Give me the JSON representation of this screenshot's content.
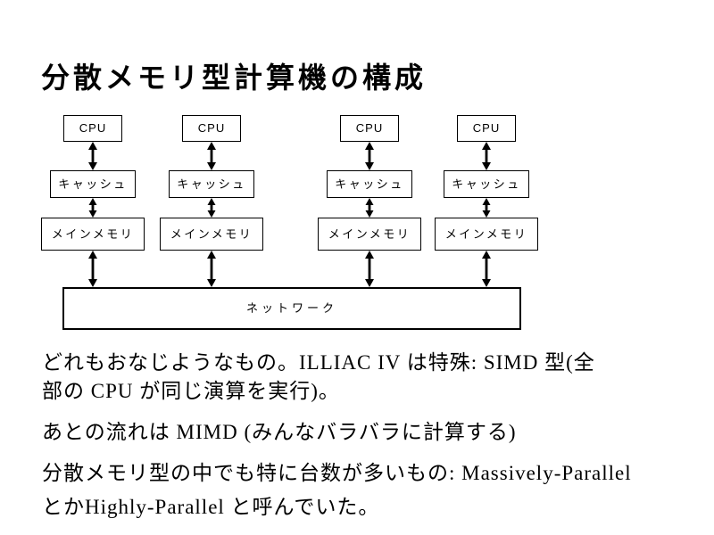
{
  "title": "分散メモリ型計算機の構成",
  "colors": {
    "foreground": "#000000",
    "background": "#ffffff"
  },
  "diagram": {
    "columns": [
      {
        "cpu": "CPU",
        "cache": "キャッシュ",
        "memory": "メインメモリ"
      },
      {
        "cpu": "CPU",
        "cache": "キャッシュ",
        "memory": "メインメモリ"
      },
      {
        "cpu": "CPU",
        "cache": "キャッシュ",
        "memory": "メインメモリ"
      },
      {
        "cpu": "CPU",
        "cache": "キャッシュ",
        "memory": "メインメモリ"
      }
    ],
    "network": "ネットワーク"
  },
  "notes": [
    {
      "lines": [
        "どれもおなじようなもの。ILLIAC IV は特殊: SIMD 型(全",
        "部の CPU が同じ演算を実行)。"
      ]
    },
    {
      "lines": [
        "あとの流れは MIMD (みんなバラバラに計算する)"
      ]
    },
    {
      "lines": [
        "分散メモリ型の中でも特に台数が多いもの: Massively-Parallel",
        "とかHighly-Parallel と呼んでいた。"
      ]
    }
  ]
}
